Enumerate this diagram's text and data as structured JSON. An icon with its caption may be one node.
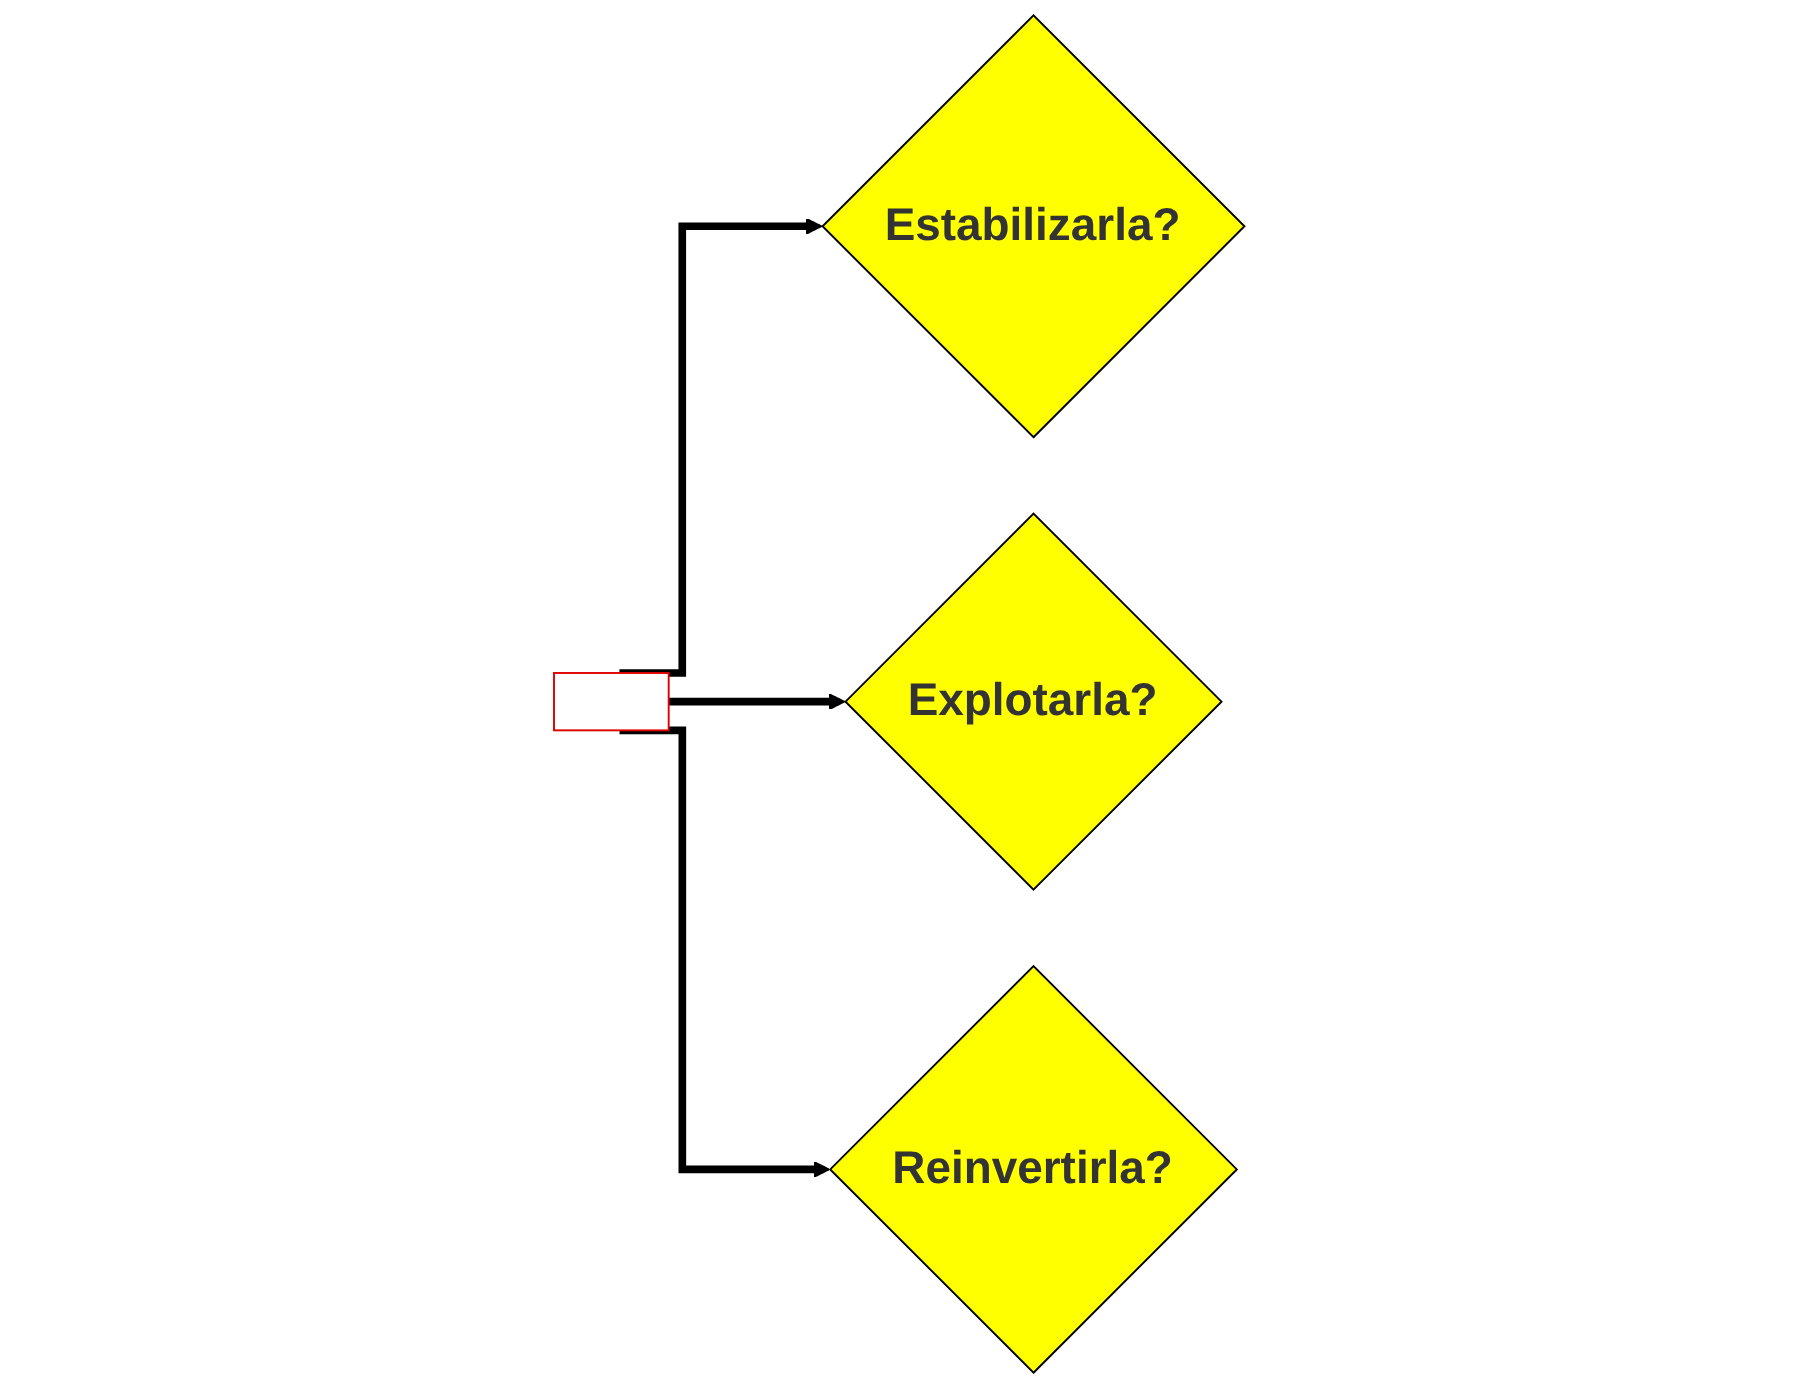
{
  "diagram": {
    "nodes": [
      {
        "text": [],
        "shape": "box"
      },
      {
        "text": [
          "Estabilizarla?"
        ]
      },
      {
        "text": [
          "Explotarla?"
        ]
      },
      {
        "text": [
          "Reinvertirla?"
        ]
      }
    ],
    "edges": [
      {
        "from": 0,
        "to": 1,
        "arrow": "to"
      },
      {
        "from": 0,
        "to": 2,
        "arrow": "to"
      },
      {
        "from": 0,
        "to": 3,
        "arrow": "to"
      }
    ]
  }
}
